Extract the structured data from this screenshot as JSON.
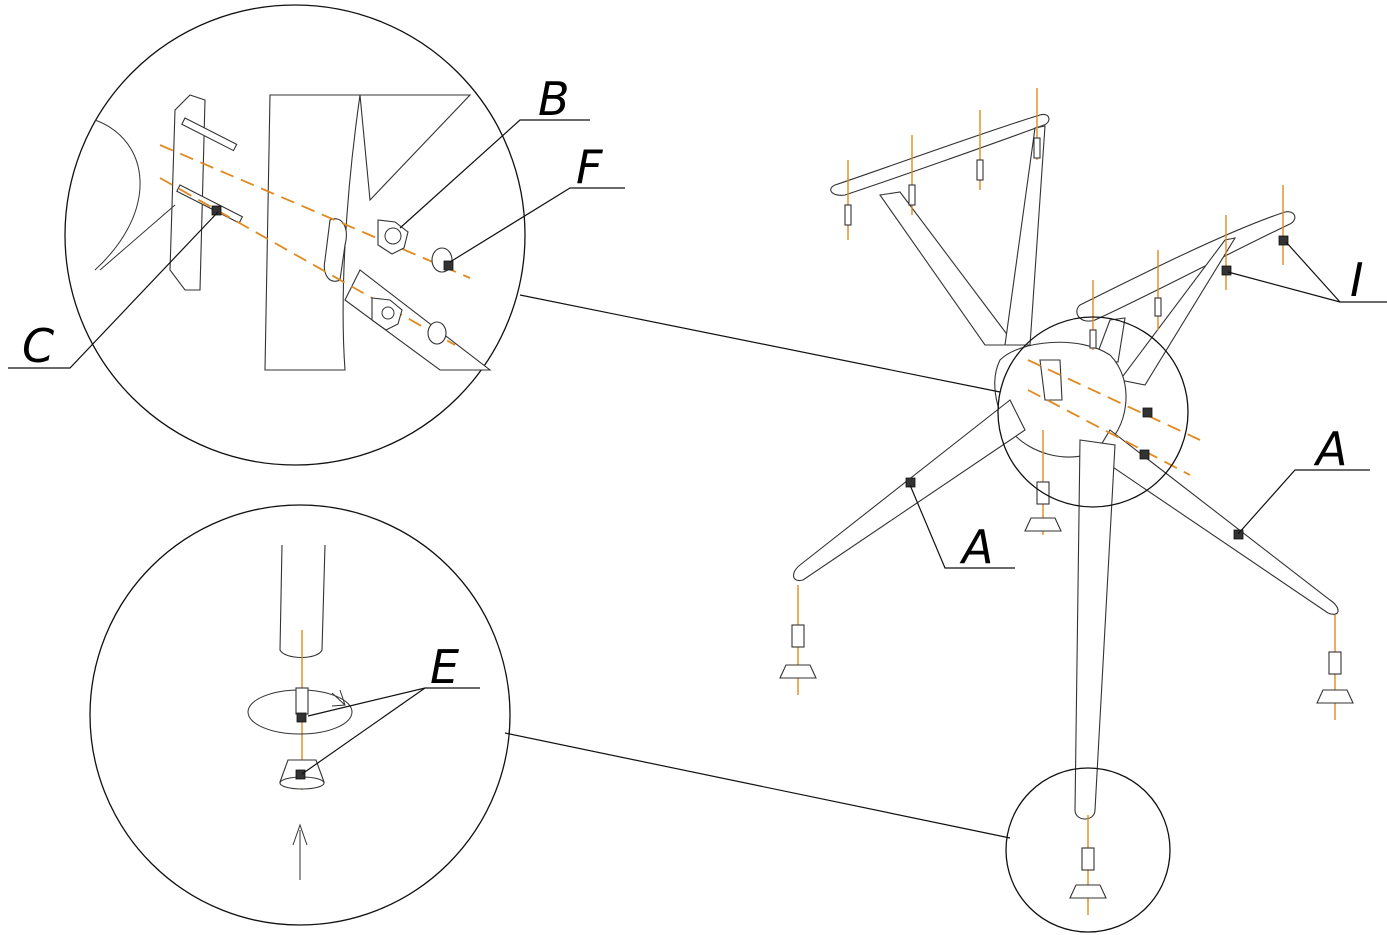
{
  "labels": {
    "a": "A",
    "b": "B",
    "c": "C",
    "e": "E",
    "f": "F",
    "i": "I"
  },
  "colors": {
    "axis": "#e08a1e",
    "line": "#111111",
    "part_fill": "#ffffff"
  }
}
